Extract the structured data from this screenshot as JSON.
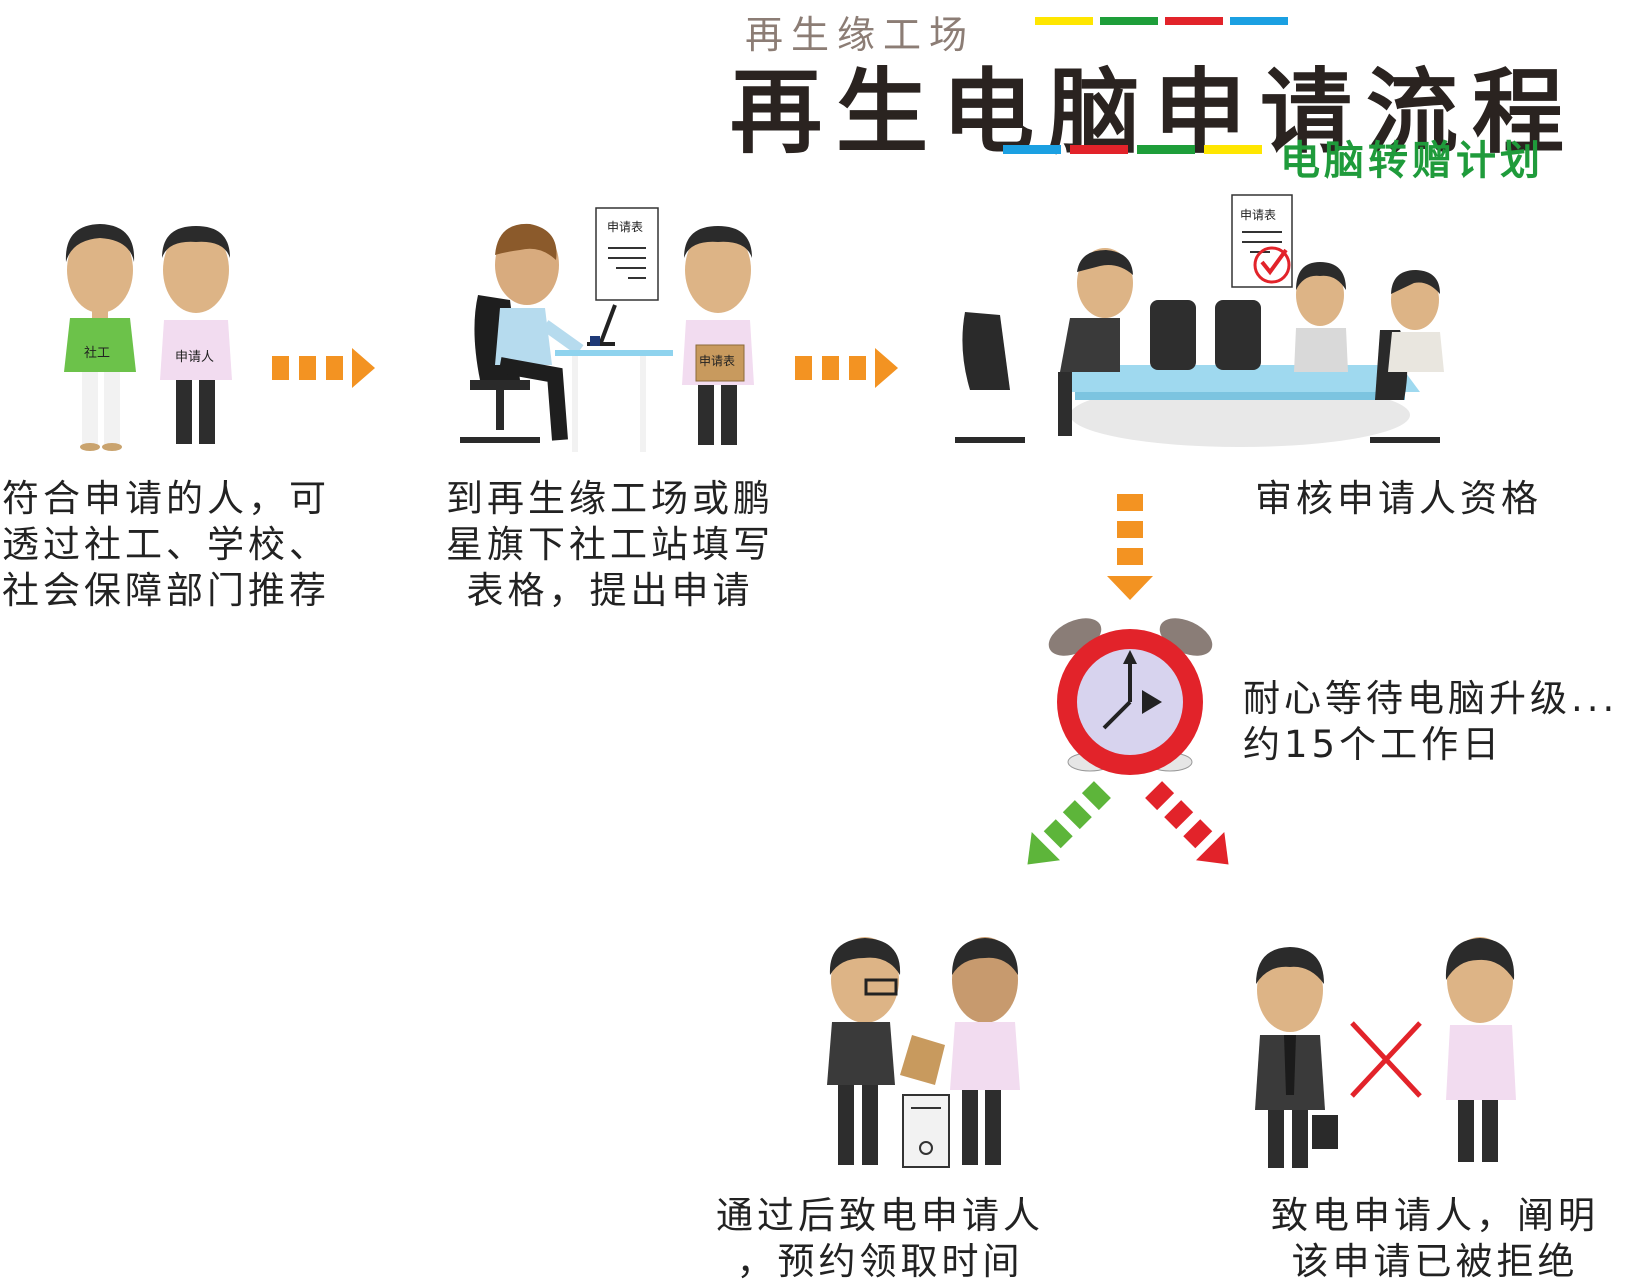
{
  "header": {
    "brand": "再生缘工场",
    "title": "再生电脑申请流程",
    "subtitle": "电脑转赠计划",
    "stripe_colors": [
      "#FFE600",
      "#1E9E3A",
      "#E2232A",
      "#1BA0E2"
    ]
  },
  "figures": {
    "social_worker_tag": "社工",
    "applicant_tag": "申请人",
    "form_label": "申请表"
  },
  "steps": {
    "step1": {
      "line1": "符合申请的人，可",
      "line2": "透过社工、学校、",
      "line3": "社会保障部门推荐"
    },
    "step2": {
      "line1": "到再生缘工场或鹏",
      "line2": "星旗下社工站填写",
      "line3": "表格，提出申请"
    },
    "step3": {
      "line1": "审核申请人资格"
    },
    "step4": {
      "line1": "耐心等待电脑升级...",
      "line2": "约15个工作日"
    },
    "step5_approved": {
      "line1": "通过后致电申请人",
      "line2": "，预约领取时间"
    },
    "step5_rejected": {
      "line1": "致电申请人，阐明",
      "line2": "该申请已被拒绝"
    }
  },
  "colors": {
    "arrow_orange": "#F39322",
    "arrow_green": "#5DB53A",
    "arrow_red": "#E2232A",
    "clock_red": "#E2232A",
    "reject_cross": "#E2232A"
  },
  "icons": [
    "alarm-clock-icon",
    "computer-tower-icon",
    "reject-cross-icon",
    "approval-check-icon"
  ]
}
